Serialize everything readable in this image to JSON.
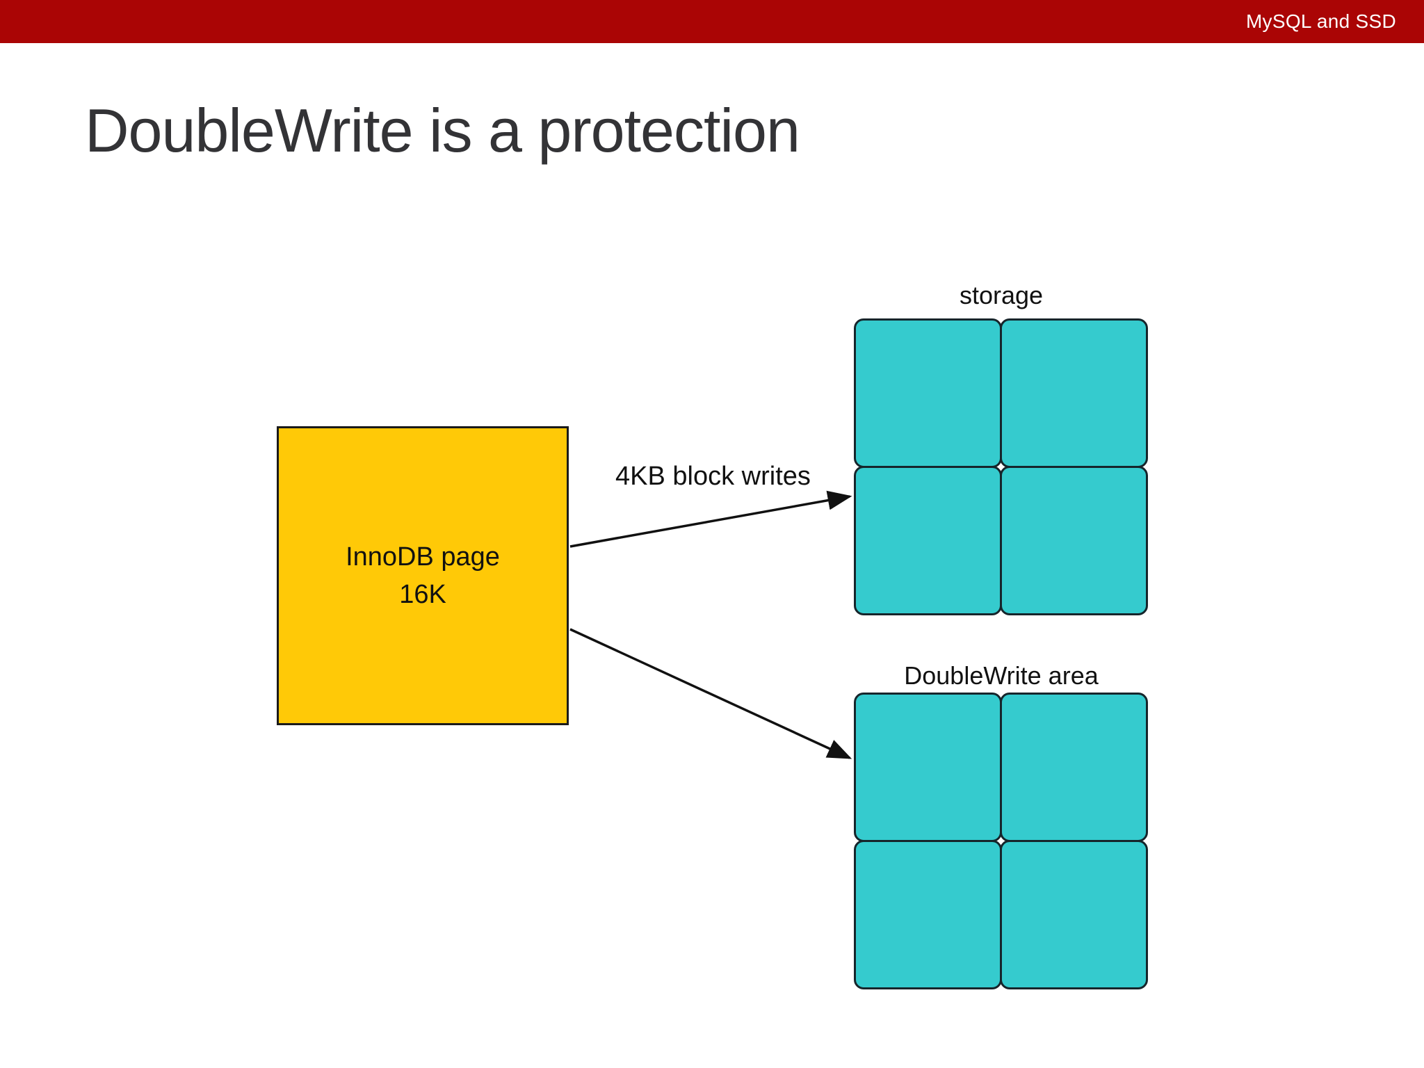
{
  "header": {
    "title": "MySQL and SSD",
    "background_color": "#aa0505",
    "text_color": "#ffffff"
  },
  "slide": {
    "title": "DoubleWrite is a protection",
    "background_color": "#ffffff",
    "title_color": "#333336"
  },
  "diagram": {
    "source_box": {
      "label_line1": "InnoDB page",
      "label_line2": "16K",
      "fill_color": "#ffc907",
      "border_color": "#1a1a1a"
    },
    "arrows": [
      {
        "name": "arrow-to-storage",
        "label": "4KB block writes"
      },
      {
        "name": "arrow-to-doublewrite",
        "label": ""
      }
    ],
    "targets": [
      {
        "name": "storage",
        "label": "storage",
        "cell_count": 4,
        "cell_fill_color": "#35cbce",
        "cell_border_color": "#16252b"
      },
      {
        "name": "doublewrite-area",
        "label": "DoubleWrite area",
        "cell_count": 4,
        "cell_fill_color": "#35cbce",
        "cell_border_color": "#16252b"
      }
    ]
  }
}
